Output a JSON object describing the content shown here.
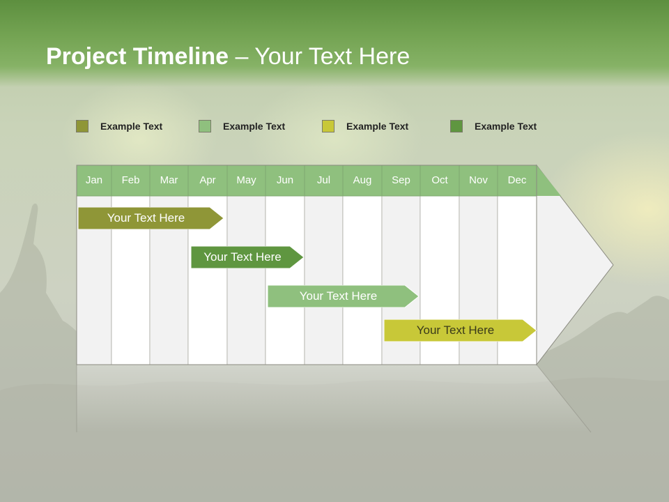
{
  "title": {
    "bold": "Project Timeline",
    "rest": " – Your Text Here"
  },
  "legend": [
    {
      "label": "Example Text",
      "color": "#8f9637"
    },
    {
      "label": "Example Text",
      "color": "#8fc07e"
    },
    {
      "label": "Example Text",
      "color": "#c8c838"
    },
    {
      "label": "Example Text",
      "color": "#5f9640"
    }
  ],
  "months": [
    "Jan",
    "Feb",
    "Mar",
    "Apr",
    "May",
    "Jun",
    "Jul",
    "Aug",
    "Sep",
    "Oct",
    "Nov",
    "Dec"
  ],
  "tasks": [
    {
      "label": "Your  Text Here",
      "color": "#8f9637"
    },
    {
      "label": "Your  Text Here",
      "color": "#5f9640"
    },
    {
      "label": "Your  Text Here",
      "color": "#8fc07e"
    },
    {
      "label": "Your  Text Here",
      "color": "#c8c838"
    }
  ],
  "colors": {
    "header": "#8fc07e",
    "column_light": "#ffffff",
    "column_shaded": "#f2f2f2"
  }
}
